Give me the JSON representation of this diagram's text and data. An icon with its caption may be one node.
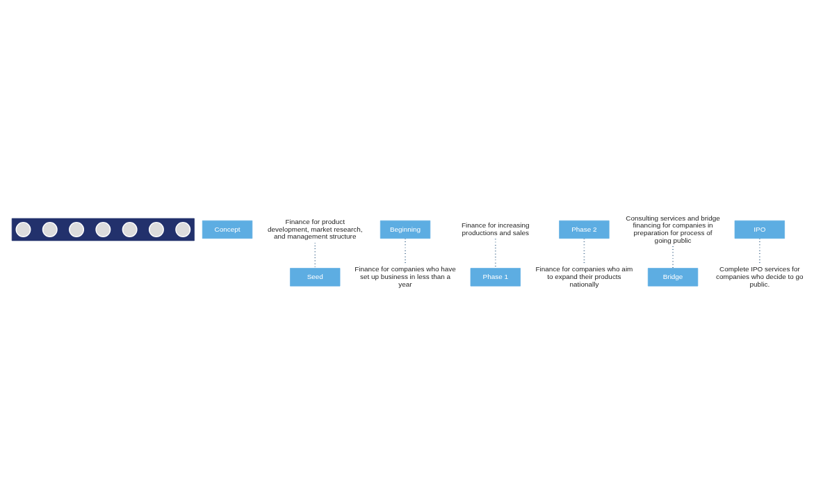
{
  "diagram": {
    "nodes": [
      {
        "text": [],
        "shape": "arrow"
      },
      {
        "text": [],
        "shape": "circle",
        "in": 0
      },
      {
        "text": [],
        "shape": "circle",
        "in": 0
      },
      {
        "text": [],
        "shape": "circle",
        "in": 0
      },
      {
        "text": [],
        "shape": "circle",
        "in": 0
      },
      {
        "text": [],
        "shape": "circle",
        "in": 0
      },
      {
        "text": [],
        "shape": "circle",
        "in": 0
      },
      {
        "text": [],
        "shape": "circle",
        "in": 0
      },
      {
        "text": [
          "Concept"
        ]
      },
      {
        "text": [
          "Seed"
        ]
      },
      {
        "text": [
          "Beginning"
        ]
      },
      {
        "text": [
          "Phase 1"
        ]
      },
      {
        "text": [
          "Phase 2"
        ]
      },
      {
        "text": [
          "Bridge"
        ]
      },
      {
        "text": [
          "IPO"
        ]
      },
      {
        "text": [
          "Finance for product development, market research, and management structure"
        ]
      },
      {
        "text": [
          "Finance for companies who have set up business in less than a year"
        ]
      },
      {
        "text": [
          "Finance for increasing productions and sales"
        ]
      },
      {
        "text": [
          "Finance for companies who aim to expand their products nationally"
        ]
      },
      {
        "text": [
          "Consulting services and bridge financing for companies in preparation for process of going public"
        ]
      },
      {
        "text": [
          "Complete IPO services for companies who decide to go public."
        ]
      }
    ],
    "edges": [
      {
        "from": 15,
        "to": 9,
        "arrow": "none",
        "style": "dashed"
      },
      {
        "from": 10,
        "to": 16,
        "arrow": "none",
        "style": "dashed"
      },
      {
        "from": 17,
        "to": 11,
        "arrow": "none",
        "style": "dashed"
      },
      {
        "from": 12,
        "to": 18,
        "arrow": "none",
        "style": "dashed"
      },
      {
        "from": 19,
        "to": 13,
        "arrow": "none",
        "style": "dashed"
      },
      {
        "from": 14,
        "to": 20,
        "arrow": "none",
        "style": "dashed"
      }
    ]
  }
}
